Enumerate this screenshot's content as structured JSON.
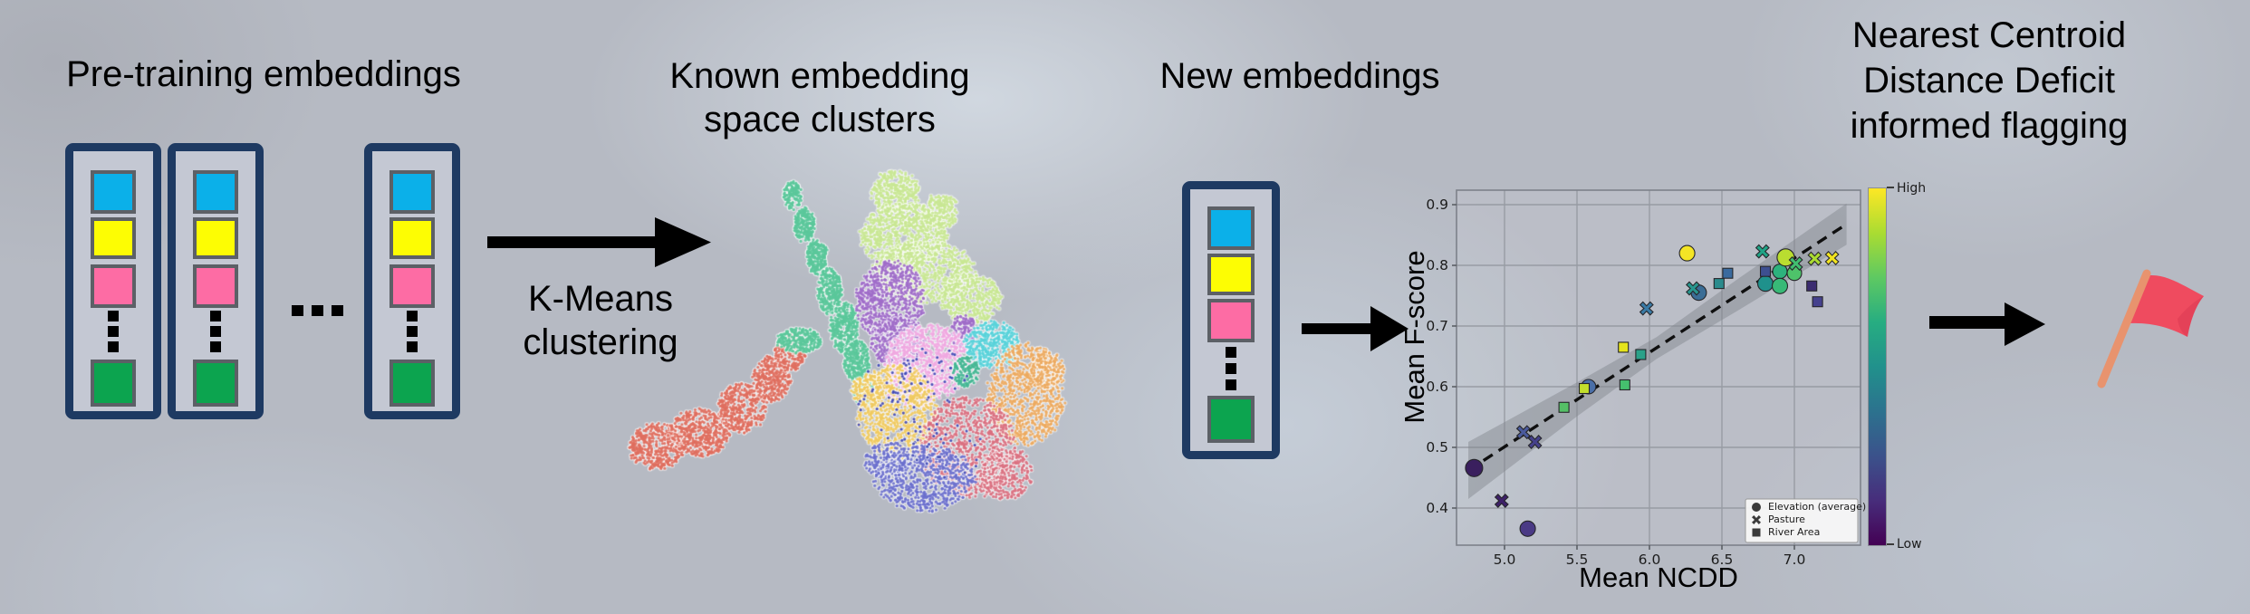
{
  "titles": {
    "pretraining": "Pre-training embeddings",
    "clusters_line1": "Known embedding",
    "clusters_line2": "space clusters",
    "kmeans_line1": "K-Means",
    "kmeans_line2": "clustering",
    "new_embeddings": "New embeddings",
    "flagging_line1": "Nearest Centroid",
    "flagging_line2": "Distance Deficit",
    "flagging_line3": "informed flagging"
  },
  "embedding_diagram": {
    "box_border": "#1e3a62",
    "box_fill": "#c4c8d3",
    "cell_border": "#5c6066",
    "cell_colors": [
      {
        "name": "blue",
        "hex": "#0bb0e9"
      },
      {
        "name": "yellow",
        "hex": "#fdfd03"
      },
      {
        "name": "pink",
        "hex": "#fd6ca4"
      },
      {
        "name": "green",
        "hex": "#0ca44f"
      }
    ],
    "dash_color": "#000000",
    "dash_count": 3,
    "pretraining_box_count": 3,
    "ellipsis_dot_count": 3
  },
  "arrows": {
    "color": "#000000"
  },
  "umap": {
    "dot_radius": 1.55,
    "clusters": [
      {
        "name": "salmon-arm",
        "color": "#df6f60",
        "blobs": [
          [
            35,
            315,
            30,
            24,
            420
          ],
          [
            82,
            300,
            32,
            26,
            460
          ],
          [
            130,
            272,
            26,
            26,
            380
          ],
          [
            162,
            240,
            20,
            24,
            300
          ],
          [
            182,
            212,
            16,
            20,
            220
          ]
        ]
      },
      {
        "name": "teal-arm",
        "color": "#5bc89b",
        "blobs": [
          [
            185,
            38,
            10,
            15,
            130
          ],
          [
            198,
            70,
            11,
            18,
            220
          ],
          [
            212,
            105,
            11,
            19,
            230
          ],
          [
            226,
            143,
            13,
            25,
            300
          ],
          [
            242,
            183,
            15,
            27,
            350
          ],
          [
            256,
            220,
            14,
            22,
            280
          ],
          [
            192,
            198,
            24,
            13,
            260
          ],
          [
            264,
            255,
            12,
            13,
            150
          ]
        ]
      },
      {
        "name": "light-green",
        "color": "#c9e794",
        "blobs": [
          [
            298,
            34,
            26,
            23,
            330
          ],
          [
            308,
            82,
            46,
            34,
            800
          ],
          [
            330,
            122,
            54,
            33,
            800
          ],
          [
            382,
            152,
            32,
            27,
            420
          ],
          [
            348,
            55,
            20,
            18,
            200
          ]
        ]
      },
      {
        "name": "purple",
        "color": "#a06dc9",
        "blobs": [
          [
            293,
            155,
            36,
            44,
            700
          ],
          [
            302,
            200,
            30,
            26,
            360
          ],
          [
            374,
            190,
            14,
            20,
            160
          ]
        ]
      },
      {
        "name": "pink",
        "color": "#f0a8e1",
        "blobs": [
          [
            335,
            222,
            46,
            40,
            800
          ],
          [
            318,
            250,
            30,
            22,
            250
          ]
        ]
      },
      {
        "name": "cyan",
        "color": "#59d2da",
        "blobs": [
          [
            406,
            203,
            30,
            25,
            380
          ]
        ]
      },
      {
        "name": "teal-patch",
        "color": "#45b795",
        "blobs": [
          [
            376,
            232,
            14,
            16,
            140
          ]
        ]
      },
      {
        "name": "orange",
        "color": "#edaa61",
        "blobs": [
          [
            443,
            258,
            41,
            55,
            800
          ],
          [
            466,
            230,
            18,
            20,
            160
          ]
        ]
      },
      {
        "name": "yellow",
        "color": "#f0ca5f",
        "blobs": [
          [
            300,
            276,
            42,
            50,
            750
          ],
          [
            268,
            252,
            18,
            18,
            150
          ]
        ]
      },
      {
        "name": "crimson",
        "color": "#da7080",
        "blobs": [
          [
            378,
            316,
            52,
            54,
            850
          ],
          [
            420,
            345,
            30,
            28,
            250
          ]
        ]
      },
      {
        "name": "indigo-blue",
        "color": "#6b70cd",
        "blobs": [
          [
            330,
            350,
            54,
            35,
            650
          ],
          [
            290,
            330,
            25,
            20,
            160
          ]
        ]
      },
      {
        "name": "navy-speckle",
        "color": "#3f48b5",
        "blobs": [
          [
            305,
            265,
            52,
            48,
            60
          ],
          [
            340,
            235,
            40,
            28,
            30
          ],
          [
            355,
            320,
            40,
            30,
            28
          ]
        ]
      }
    ]
  },
  "chart_data": {
    "type": "scatter",
    "xlabel": "Mean NCDD",
    "ylabel": "Mean F-score",
    "xlim": [
      4.67,
      7.46
    ],
    "ylim": [
      0.339,
      0.924
    ],
    "xticks": [
      5.0,
      5.5,
      6.0,
      6.5,
      7.0
    ],
    "yticks": [
      0.4,
      0.5,
      0.6,
      0.7,
      0.8,
      0.9
    ],
    "grid": true,
    "legend_position": "lower right",
    "trend_line": {
      "style": "dashed",
      "x": [
        4.75,
        7.36
      ],
      "y": [
        0.462,
        0.868
      ]
    },
    "ci_band": {
      "x": [
        4.75,
        5.5,
        6.05,
        6.6,
        7.36
      ],
      "upper": [
        0.509,
        0.607,
        0.682,
        0.776,
        0.902
      ],
      "lower": [
        0.415,
        0.551,
        0.646,
        0.724,
        0.834
      ]
    },
    "series": [
      {
        "name": "Elevation (average)",
        "marker": "circle",
        "points": [
          {
            "x": 4.79,
            "y": 0.466,
            "c": "#3a1f5e",
            "s": 9.5
          },
          {
            "x": 5.16,
            "y": 0.366,
            "c": "#4a3a85",
            "s": 8.5
          },
          {
            "x": 5.58,
            "y": 0.6,
            "c": "#4a6fa8",
            "s": 8
          },
          {
            "x": 6.26,
            "y": 0.82,
            "c": "#f4e525",
            "s": 8.5
          },
          {
            "x": 6.34,
            "y": 0.755,
            "c": "#3a6d96",
            "s": 8.5
          },
          {
            "x": 6.8,
            "y": 0.77,
            "c": "#1f918c",
            "s": 8.5
          },
          {
            "x": 6.9,
            "y": 0.79,
            "c": "#2db27d",
            "s": 8
          },
          {
            "x": 6.9,
            "y": 0.766,
            "c": "#38b977",
            "s": 8.5
          },
          {
            "x": 6.94,
            "y": 0.813,
            "c": "#b9dd30",
            "s": 9.5
          },
          {
            "x": 7.0,
            "y": 0.787,
            "c": "#4ec36a",
            "s": 8
          }
        ]
      },
      {
        "name": "Pasture",
        "marker": "x",
        "points": [
          {
            "x": 4.98,
            "y": 0.412,
            "c": "#3e2169"
          },
          {
            "x": 5.13,
            "y": 0.525,
            "c": "#4a5a9c"
          },
          {
            "x": 5.21,
            "y": 0.509,
            "c": "#45408a"
          },
          {
            "x": 5.98,
            "y": 0.729,
            "c": "#3a7ba6"
          },
          {
            "x": 6.3,
            "y": 0.762,
            "c": "#27968e"
          },
          {
            "x": 6.78,
            "y": 0.823,
            "c": "#20a386"
          },
          {
            "x": 7.01,
            "y": 0.803,
            "c": "#41bf70"
          },
          {
            "x": 7.14,
            "y": 0.811,
            "c": "#abdc32"
          },
          {
            "x": 7.26,
            "y": 0.812,
            "c": "#f2e41f"
          }
        ]
      },
      {
        "name": "River Area",
        "marker": "square",
        "points": [
          {
            "x": 5.41,
            "y": 0.566,
            "c": "#55c066"
          },
          {
            "x": 5.55,
            "y": 0.597,
            "c": "#c2df2b"
          },
          {
            "x": 5.82,
            "y": 0.665,
            "c": "#e5e41b"
          },
          {
            "x": 5.83,
            "y": 0.603,
            "c": "#45c06e"
          },
          {
            "x": 5.94,
            "y": 0.653,
            "c": "#2aa189"
          },
          {
            "x": 6.48,
            "y": 0.77,
            "c": "#2b8b8d"
          },
          {
            "x": 6.54,
            "y": 0.787,
            "c": "#3a6a9e"
          },
          {
            "x": 6.8,
            "y": 0.79,
            "c": "#3d4f90"
          },
          {
            "x": 7.12,
            "y": 0.766,
            "c": "#3b2c70"
          },
          {
            "x": 7.16,
            "y": 0.74,
            "c": "#45418e"
          }
        ]
      }
    ],
    "colorbar": {
      "label_high": "High",
      "label_low": "Low",
      "colors": [
        "#fde725",
        "#aadc32",
        "#5ec962",
        "#27ad81",
        "#21918c",
        "#2c728e",
        "#3b528b",
        "#472d7b",
        "#440154"
      ]
    }
  },
  "flag": {
    "pole_color": "#e8936e",
    "cloth_color": "#ef4b5f",
    "shade_color": "#da3b52"
  }
}
